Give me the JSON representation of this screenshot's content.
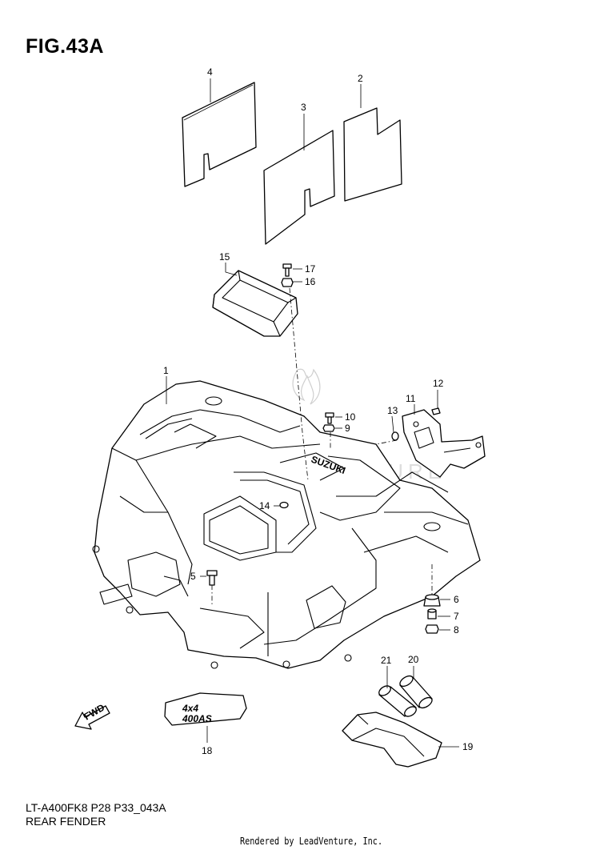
{
  "figure": {
    "title": "FIG.43A",
    "model_code": "LT-A400FK8 P28 P33_043A",
    "section_name": "REAR FENDER",
    "rendered_by": "Rendered by LeadVenture, Inc.",
    "watermark": "LEADVENTURE"
  },
  "callouts": {
    "c1": "1",
    "c2": "2",
    "c3": "3",
    "c4": "4",
    "c5": "5",
    "c6": "6",
    "c7": "7",
    "c8": "8",
    "c9": "9",
    "c10": "10",
    "c11": "11",
    "c12": "12",
    "c13": "13",
    "c14": "14",
    "c15": "15",
    "c16": "16",
    "c17": "17",
    "c18": "18",
    "c19": "19",
    "c20": "20",
    "c21": "21"
  },
  "markings": {
    "fender_brand": "SUZUKI",
    "decal_main": "4x4",
    "decal_sub": "400AS",
    "fwd_arrow": "FWD"
  },
  "icons": {
    "fwd": "fwd-arrow-icon"
  }
}
